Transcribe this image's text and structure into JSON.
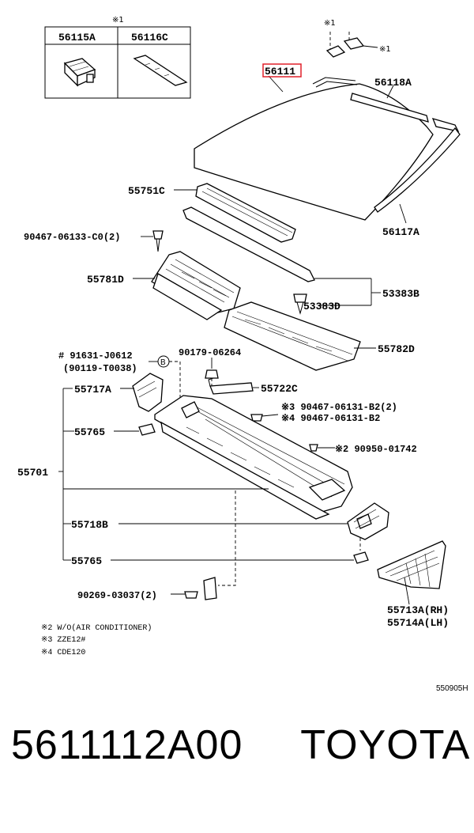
{
  "inset": {
    "marker": "※1",
    "col1": "56115A",
    "col2": "56116C"
  },
  "labels": {
    "top_marker1": "※1",
    "top_marker2": "※1",
    "windshield": "56111",
    "molding_upper": "56118A",
    "molding_side": "56117A",
    "seal_front": "55751C",
    "clip_left": "90467-06133-C0(2)",
    "cowl_left": "55781D",
    "group_53383": "53383B",
    "clip_53383": "53383D",
    "cowl_right": "55782D",
    "bolt_line1": "# 91631-J0612",
    "bolt_line2": "(90119-T0038)",
    "bolt_circle": "B",
    "nut_90179": "90179-06264",
    "bracket_55717": "55717A",
    "brace_55722": "55722C",
    "clip_b2_line1": "※3 90467-06131-B2(2)",
    "clip_b2_line2": "※4 90467-06131-B2",
    "clip_55765_top": "55765",
    "group_55701": "55701",
    "clip_90950": "※2 90950-01742",
    "bracket_55718": "55718B",
    "clip_55765_bottom": "55765",
    "screw_90269": "90269-03037(2)",
    "ext_rh": "55713A(RH)",
    "ext_lh": "55714A(LH)"
  },
  "notes": [
    "※2 W/O(AIR CONDITIONER)",
    "※3 ZZE12#",
    "※4 CDE120"
  ],
  "diagram_code": "550905H",
  "highlight_color": "#e0202a",
  "footer": {
    "part_number": "5611112A00",
    "brand": "TOYOTA"
  }
}
